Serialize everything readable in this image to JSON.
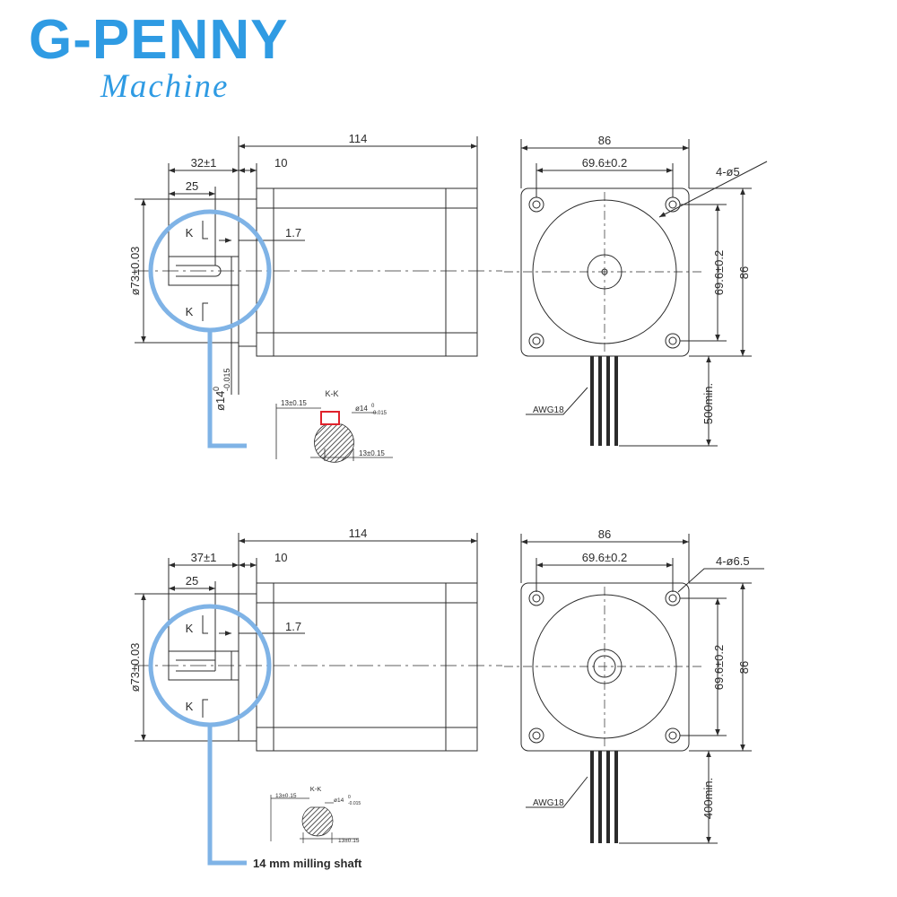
{
  "brand": {
    "name": "G-PENNY",
    "tagline": "Machine",
    "color": "#2f9be3"
  },
  "colors": {
    "line": "#2b2b2b",
    "highlight": "#7fb3e6",
    "keyway_box": "#e0222b"
  },
  "top": {
    "length": "114",
    "shaft_len": "32±1",
    "flange": "10",
    "key_len": "25",
    "step": "1.7",
    "pilot_dia": "ø73±0.03",
    "shaft_dia": "ø14",
    "shaft_dia_sup": "0",
    "shaft_dia_sub": "-0.015",
    "section_label_1": "K",
    "section_label_2": "K",
    "detail_title": "K-K",
    "detail_flat": "13±0.15",
    "detail_dia": "ø14",
    "detail_dia_sup": "0",
    "detail_dia_sub": "-0.015",
    "detail_bottom": "13±0.15",
    "front_width": "86",
    "front_bolt": "69.6±0.2",
    "holes": "4-ø5",
    "front_bolt_v": "69.6±0.2",
    "front_height": "86",
    "wire": "AWG18",
    "lead": "500min."
  },
  "bottom": {
    "length": "114",
    "shaft_len": "37±1",
    "flange": "10",
    "key_len": "25",
    "step": "1.7",
    "pilot_dia": "ø73±0.03",
    "section_label_1": "K",
    "section_label_2": "K",
    "detail_title": "K-K",
    "detail_flat": "13±0.15",
    "detail_dia": "ø14",
    "detail_dia_sup": "0",
    "detail_dia_sub": "-0.015",
    "detail_bottom": "13±0.15",
    "caption": "14 mm milling shaft",
    "front_width": "86",
    "front_bolt": "69.6±0.2",
    "holes": "4-ø6.5",
    "front_bolt_v": "69.6±0.2",
    "front_height": "86",
    "wire": "AWG18",
    "lead": "400min."
  }
}
